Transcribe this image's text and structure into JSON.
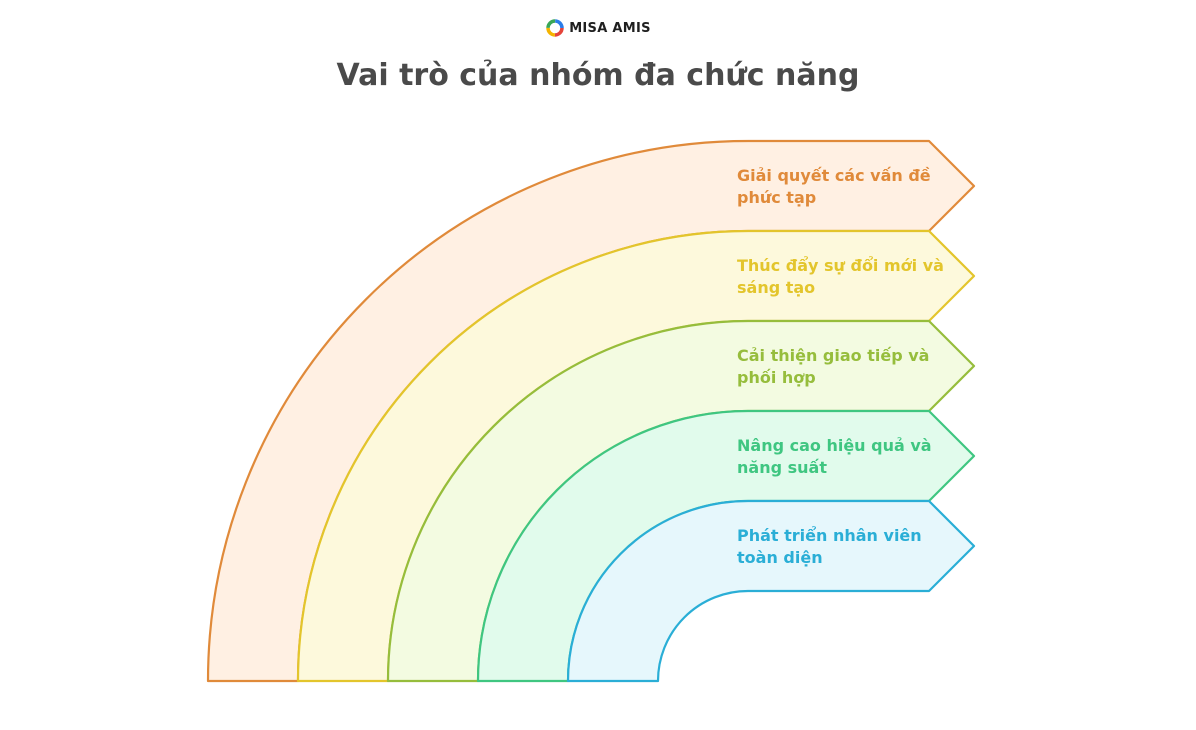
{
  "brand": {
    "name": "MISA AMIS"
  },
  "title": "Vai trò của nhóm đa chức năng",
  "bands": [
    {
      "label": "Giải quyết các vấn đề phức tạp",
      "stroke": "#e08a3a",
      "fill": "#fff0e3"
    },
    {
      "label": "Thúc đẩy sự đổi mới và sáng tạo",
      "stroke": "#e3c52c",
      "fill": "#fdf9dc"
    },
    {
      "label": "Cải thiện giao tiếp và phối hợp",
      "stroke": "#96bd3c",
      "fill": "#f3fbe1"
    },
    {
      "label": "Nâng cao hiệu quả và năng suất",
      "stroke": "#3fc681",
      "fill": "#e1fbec"
    },
    {
      "label": "Phát triển nhân viên toàn diện",
      "stroke": "#2aaed6",
      "fill": "#e6f7fc"
    }
  ]
}
